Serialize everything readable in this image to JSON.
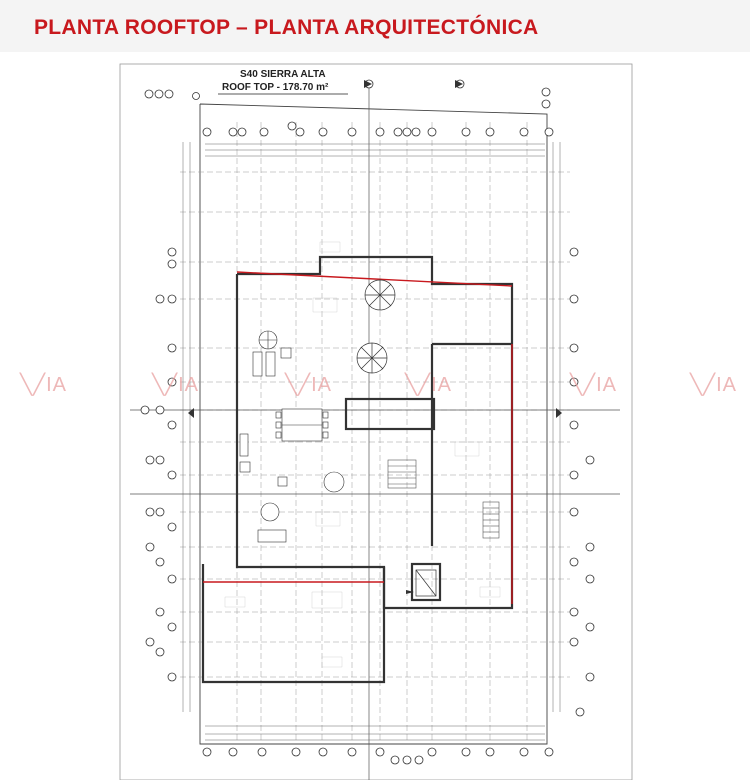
{
  "header": {
    "title": "PLANTA ROOFTOP  – PLANTA ARQUITECTÓNICA"
  },
  "plan": {
    "title_line1": "S40 SIERRA ALTA",
    "title_line2": "ROOF TOP -  178.70 m²",
    "watermark": "IA",
    "colors": {
      "title_red": "#c8191e",
      "line_dark": "#333333",
      "wall_red": "#c8191e",
      "watermark": "#e8a0a0"
    }
  }
}
